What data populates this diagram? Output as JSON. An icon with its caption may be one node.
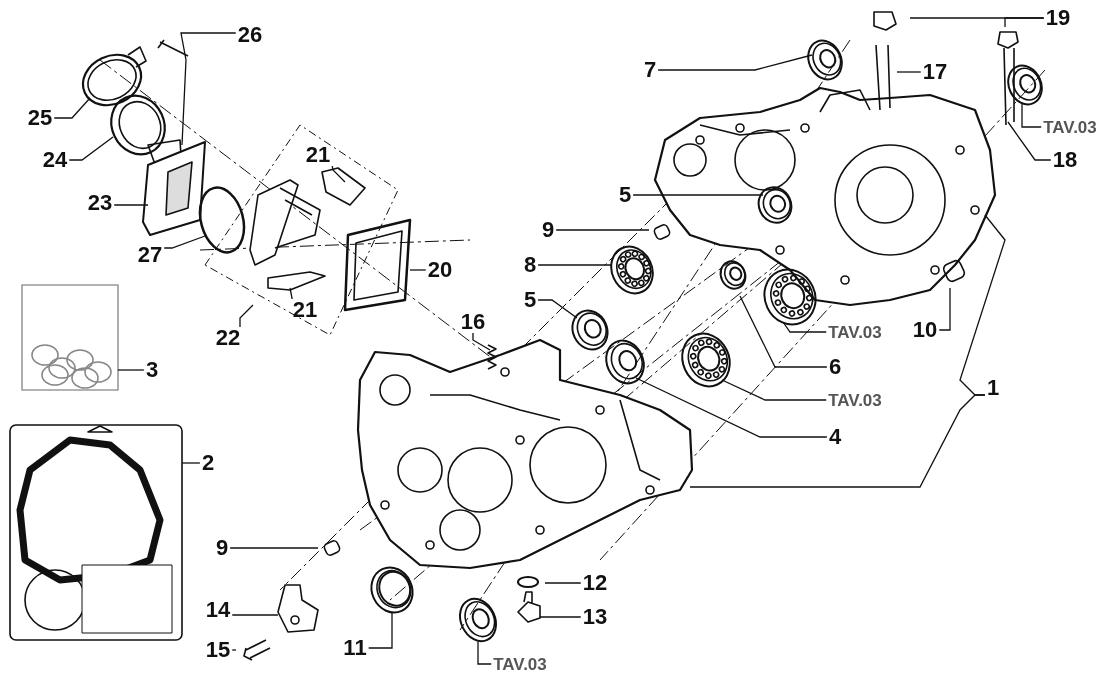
{
  "diagram": {
    "nodes": [
      {
        "text": [
          "26"
        ]
      },
      {
        "text": [
          "19"
        ]
      },
      {
        "text": [
          "7"
        ]
      },
      {
        "text": [
          "17"
        ]
      },
      {
        "text": [
          "25"
        ]
      },
      {
        "text": [
          "TAV.03"
        ]
      },
      {
        "text": [
          "24"
        ]
      },
      {
        "text": [
          "21"
        ]
      },
      {
        "text": [
          "18"
        ]
      },
      {
        "text": [
          "5"
        ]
      },
      {
        "text": [
          "23"
        ]
      },
      {
        "text": [
          "9"
        ]
      },
      {
        "text": [
          "27"
        ]
      },
      {
        "text": [
          "20"
        ]
      },
      {
        "text": [
          "8"
        ]
      },
      {
        "text": [
          "21"
        ]
      },
      {
        "text": [
          "5"
        ]
      },
      {
        "text": [
          "22"
        ]
      },
      {
        "text": [
          "TAV.03"
        ]
      },
      {
        "text": [
          "10"
        ]
      },
      {
        "text": [
          "16"
        ]
      },
      {
        "text": [
          "3"
        ]
      },
      {
        "text": [
          "6"
        ]
      },
      {
        "text": [
          "TAV.03"
        ]
      },
      {
        "text": [
          "1"
        ]
      },
      {
        "text": [
          "4"
        ]
      },
      {
        "text": [
          "2"
        ]
      },
      {
        "text": [
          "9"
        ]
      },
      {
        "text": [
          "12"
        ]
      },
      {
        "text": [
          "14"
        ]
      },
      {
        "text": [
          "13"
        ]
      },
      {
        "text": [
          "15"
        ]
      },
      {
        "text": [
          "11"
        ]
      },
      {
        "text": [
          "TAV.03"
        ]
      }
    ],
    "edges": [
      {
        "from": 0,
        "to": null,
        "arrow": "none"
      },
      {
        "from": 1,
        "to": null,
        "arrow": "none"
      },
      {
        "from": 1,
        "to": null,
        "arrow": "none"
      },
      {
        "from": 2,
        "to": null,
        "arrow": "none"
      },
      {
        "from": 3,
        "to": null,
        "arrow": "none"
      },
      {
        "from": 4,
        "to": null,
        "arrow": "none"
      },
      {
        "from": 5,
        "to": null,
        "arrow": "none"
      },
      {
        "from": 6,
        "to": null,
        "arrow": "none"
      },
      {
        "from": 7,
        "to": null,
        "arrow": "none"
      },
      {
        "from": 8,
        "to": null,
        "arrow": "none"
      },
      {
        "from": 9,
        "to": null,
        "arrow": "none"
      },
      {
        "from": 10,
        "to": null,
        "arrow": "none"
      },
      {
        "from": 11,
        "to": null,
        "arrow": "none"
      },
      {
        "from": 12,
        "to": null,
        "arrow": "none"
      },
      {
        "from": 13,
        "to": null,
        "arrow": "none"
      },
      {
        "from": 14,
        "to": null,
        "arrow": "none"
      },
      {
        "from": 15,
        "to": null,
        "arrow": "none"
      },
      {
        "from": 16,
        "to": null,
        "arrow": "none"
      },
      {
        "from": 17,
        "to": null,
        "arrow": "none"
      },
      {
        "from": 18,
        "to": null,
        "arrow": "none"
      },
      {
        "from": 19,
        "to": null,
        "arrow": "none"
      },
      {
        "from": 20,
        "to": null,
        "arrow": "none"
      },
      {
        "from": 21,
        "to": null,
        "arrow": "none"
      },
      {
        "from": 22,
        "to": null,
        "arrow": "none"
      },
      {
        "from": 23,
        "to": null,
        "arrow": "none"
      },
      {
        "from": 24,
        "to": null,
        "arrow": "none"
      },
      {
        "from": 24,
        "to": null,
        "arrow": "none"
      },
      {
        "from": 25,
        "to": null,
        "arrow": "none"
      },
      {
        "from": 26,
        "to": null,
        "arrow": "none"
      },
      {
        "from": 27,
        "to": null,
        "arrow": "none"
      },
      {
        "from": 28,
        "to": null,
        "arrow": "none"
      },
      {
        "from": 29,
        "to": null,
        "arrow": "none"
      },
      {
        "from": 30,
        "to": null,
        "arrow": "none"
      },
      {
        "from": 31,
        "to": null,
        "arrow": "none"
      },
      {
        "from": 32,
        "to": null,
        "arrow": "none"
      },
      {
        "from": 33,
        "to": null,
        "arrow": "none"
      }
    ]
  }
}
